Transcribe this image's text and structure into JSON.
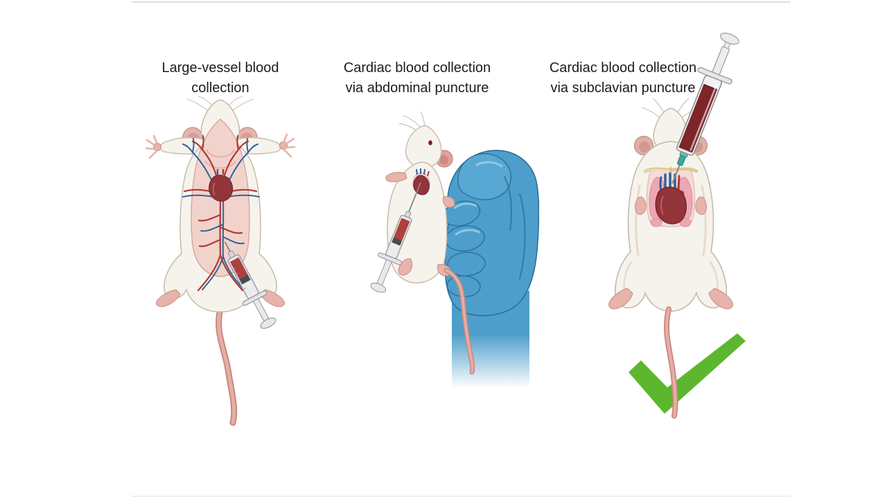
{
  "page": {
    "background": "#ffffff",
    "top_rule_color": "#dedede",
    "bottom_rule_color": "#efefef"
  },
  "figure": {
    "panels": [
      {
        "id": "large-vessel",
        "caption_line1": "Large-vessel blood",
        "caption_line2": "collection",
        "illustration": "supine-mouse-with-exposed-vasculature-and-syringe"
      },
      {
        "id": "cardiac-abdominal",
        "caption_line1": "Cardiac blood collection",
        "caption_line2": "via abdominal puncture",
        "illustration": "mouse-restrained-in-blue-gloved-hand-with-syringe-toward-heart"
      },
      {
        "id": "cardiac-subclavian",
        "caption_line1": "Cardiac blood collection",
        "caption_line2": "via subclavian puncture",
        "illustration": "supine-mouse-with-blood-filled-syringe-at-subclavian-region",
        "marker": "green-checkmark"
      }
    ]
  },
  "colors": {
    "caption-text": "#1c1c1c",
    "top-rule": "#dedede",
    "bottom-rule": "#efefef",
    "mouse-cream": "#f6f3ed",
    "mouse-line": "#c6baa9",
    "mouse-shade": "#e4dbcb",
    "tissue-pink": "#f1d3cb",
    "tissue-line": "#d8a89f",
    "paw-pink": "#e7b3aa",
    "paw-line": "#c68d85",
    "tail-line": "#c9887f",
    "tail-pink": "#e5aea6",
    "artery-red": "#ae3a34",
    "vein-blue": "#31619e",
    "heart-red": "#93333a",
    "heart-line": "#6d2227",
    "blood-red": "#ad4140",
    "dark-blood": "#7d2529",
    "syringe-gray": "#ececef",
    "syringe-line": "#97979b",
    "glove-blue": "#4d9ecb",
    "glove-shade": "#2d6f99",
    "glove-light": "#8ccae7",
    "lung-pink": "#eda7b2",
    "lung-line": "#d68f98",
    "bone-yellow": "#dcc88e",
    "hub-teal": "#3fa396",
    "check-green": "#5cb72e",
    "whisker-gray": "#b9b0a4"
  }
}
